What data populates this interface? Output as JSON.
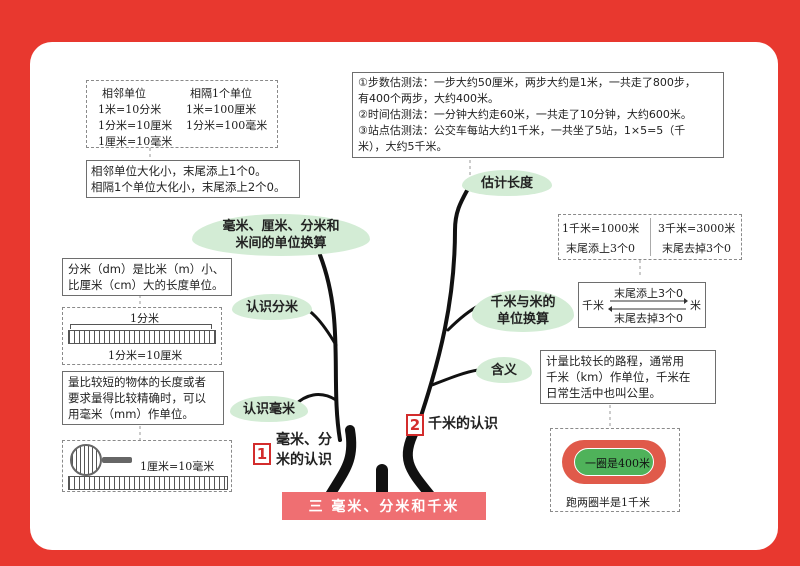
{
  "title": "三 毫米、分米和千米",
  "part1": {
    "num": "1",
    "label_line1": "毫米、分",
    "label_line2": "米的认识"
  },
  "part2": {
    "num": "2",
    "label": "千米的认识"
  },
  "branches": {
    "conversion": {
      "line1": "毫米、厘米、分米和",
      "line2": "米间的单位换算"
    },
    "dm": "认识分米",
    "mm": "认识毫米",
    "estimate": "估计长度",
    "km_m": {
      "line1": "千米与米的",
      "line2": "单位换算"
    },
    "meaning": "含义"
  },
  "unit_table": {
    "col1_header": "相邻单位",
    "col1": [
      "1米=10分米",
      "1分米=10厘米",
      "1厘米=10毫米"
    ],
    "col2_header": "相隔1个单位",
    "col2": [
      "1米=100厘米",
      "1分米=100毫米"
    ]
  },
  "rule_box": [
    "相邻单位大化小，末尾添上1个0。",
    "相隔1个单位大化小，末尾添上2个0。"
  ],
  "dm_box": [
    "分米（dm）是比米（m）小、",
    "比厘米（cm）大的长度单位。"
  ],
  "dm_ruler": {
    "top": "1分米",
    "bottom": "1分米=10厘米"
  },
  "mm_box": [
    "量比较短的物体的长度或者",
    "要求量得比较精确时，可以",
    "用毫米（mm）作单位。"
  ],
  "mm_ruler": {
    "label": "1厘米=10毫米"
  },
  "estimate_box": [
    "①步数估测法：一步大约50厘米，两步大约是1米，一共走了800步，",
    "有400个两步，大约400米。",
    "②时间估测法：一分钟大约走60米，一共走了10分钟，大约600米。",
    "③站点估测法：公交车每站大约1千米，一共坐了5站，1×5=5（千",
    "米），大约5千米。"
  ],
  "km_examples": {
    "ex1": "1千米=1000米",
    "ex1_note": "末尾添上3个0",
    "ex2": "3千米=3000米",
    "ex2_note": "末尾去掉3个0"
  },
  "km_arrows": {
    "left": "千米",
    "right": "米",
    "top": "末尾添上3个0",
    "bottom": "末尾去掉3个0"
  },
  "meaning_box": [
    "计量比较长的路程，通常用",
    "千米（km）作单位，千米在",
    "日常生活中也叫公里。"
  ],
  "track": {
    "label": "一圈是400米",
    "caption": "跑两圈半是1千米"
  },
  "colors": {
    "background": "#e8382f",
    "leaf": "#d3ecd5",
    "title_bar": "#ef6f72",
    "number": "#d32c2c"
  }
}
